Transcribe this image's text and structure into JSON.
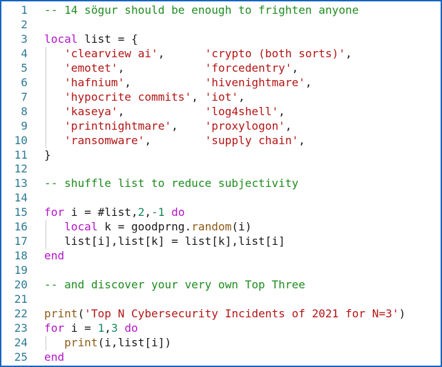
{
  "editor": {
    "lines": [
      {
        "n": "1",
        "guide": false,
        "tokens": [
          [
            "c",
            "-- 14 sögur should be enough to frighten anyone"
          ]
        ]
      },
      {
        "n": "2",
        "guide": false,
        "tokens": []
      },
      {
        "n": "3",
        "guide": false,
        "tokens": [
          [
            "k",
            "local"
          ],
          [
            "p",
            " list = {"
          ]
        ]
      },
      {
        "n": "4",
        "guide": true,
        "tokens": [
          [
            "p",
            "   "
          ],
          [
            "s",
            "'clearview ai'"
          ],
          [
            "p",
            ",      "
          ],
          [
            "s",
            "'crypto (both sorts)'"
          ],
          [
            "p",
            ","
          ]
        ]
      },
      {
        "n": "5",
        "guide": true,
        "tokens": [
          [
            "p",
            "   "
          ],
          [
            "s",
            "'emotet'"
          ],
          [
            "p",
            ",            "
          ],
          [
            "s",
            "'forcedentry'"
          ],
          [
            "p",
            ","
          ]
        ]
      },
      {
        "n": "6",
        "guide": true,
        "tokens": [
          [
            "p",
            "   "
          ],
          [
            "s",
            "'hafnium'"
          ],
          [
            "p",
            ",           "
          ],
          [
            "s",
            "'hivenightmare'"
          ],
          [
            "p",
            ","
          ]
        ]
      },
      {
        "n": "7",
        "guide": true,
        "tokens": [
          [
            "p",
            "   "
          ],
          [
            "s",
            "'hypocrite commits'"
          ],
          [
            "p",
            ", "
          ],
          [
            "s",
            "'iot'"
          ],
          [
            "p",
            ","
          ]
        ]
      },
      {
        "n": "8",
        "guide": true,
        "tokens": [
          [
            "p",
            "   "
          ],
          [
            "s",
            "'kaseya'"
          ],
          [
            "p",
            ",            "
          ],
          [
            "s",
            "'log4shell'"
          ],
          [
            "p",
            ","
          ]
        ]
      },
      {
        "n": "9",
        "guide": true,
        "tokens": [
          [
            "p",
            "   "
          ],
          [
            "s",
            "'printnightmare'"
          ],
          [
            "p",
            ",    "
          ],
          [
            "s",
            "'proxylogon'"
          ],
          [
            "p",
            ","
          ]
        ]
      },
      {
        "n": "10",
        "guide": true,
        "tokens": [
          [
            "p",
            "   "
          ],
          [
            "s",
            "'ransomware'"
          ],
          [
            "p",
            ",        "
          ],
          [
            "s",
            "'supply chain'"
          ],
          [
            "p",
            ","
          ]
        ]
      },
      {
        "n": "11",
        "guide": false,
        "tokens": [
          [
            "p",
            "}"
          ]
        ]
      },
      {
        "n": "12",
        "guide": false,
        "tokens": []
      },
      {
        "n": "13",
        "guide": false,
        "tokens": [
          [
            "c",
            "-- shuffle list to reduce subjectivity"
          ]
        ]
      },
      {
        "n": "14",
        "guide": false,
        "tokens": []
      },
      {
        "n": "15",
        "guide": false,
        "tokens": [
          [
            "k",
            "for"
          ],
          [
            "p",
            " i = #list,"
          ],
          [
            "n",
            "2"
          ],
          [
            "p",
            ","
          ],
          [
            "n",
            "-1"
          ],
          [
            "p",
            " "
          ],
          [
            "k",
            "do"
          ]
        ]
      },
      {
        "n": "16",
        "guide": true,
        "tokens": [
          [
            "p",
            "   "
          ],
          [
            "k",
            "local"
          ],
          [
            "p",
            " k = goodprng."
          ],
          [
            "f",
            "random"
          ],
          [
            "p",
            "(i)"
          ]
        ]
      },
      {
        "n": "17",
        "guide": true,
        "tokens": [
          [
            "p",
            "   list[i],list[k] = list[k],list[i]"
          ]
        ]
      },
      {
        "n": "18",
        "guide": false,
        "tokens": [
          [
            "k",
            "end"
          ]
        ]
      },
      {
        "n": "19",
        "guide": false,
        "tokens": []
      },
      {
        "n": "20",
        "guide": false,
        "tokens": [
          [
            "c",
            "-- and discover your very own Top Three"
          ]
        ]
      },
      {
        "n": "21",
        "guide": false,
        "tokens": []
      },
      {
        "n": "22",
        "guide": false,
        "tokens": [
          [
            "f",
            "print"
          ],
          [
            "p",
            "("
          ],
          [
            "s",
            "'Top N Cybersecurity Incidents of 2021 for N=3'"
          ],
          [
            "p",
            ")"
          ]
        ]
      },
      {
        "n": "23",
        "guide": false,
        "tokens": [
          [
            "k",
            "for"
          ],
          [
            "p",
            " i = "
          ],
          [
            "n",
            "1"
          ],
          [
            "p",
            ","
          ],
          [
            "n",
            "3"
          ],
          [
            "p",
            " "
          ],
          [
            "k",
            "do"
          ]
        ]
      },
      {
        "n": "24",
        "guide": true,
        "tokens": [
          [
            "p",
            "   "
          ],
          [
            "f",
            "print"
          ],
          [
            "p",
            "(i,list[i])"
          ]
        ]
      },
      {
        "n": "25",
        "guide": false,
        "tokens": [
          [
            "k",
            "end"
          ]
        ]
      }
    ]
  }
}
